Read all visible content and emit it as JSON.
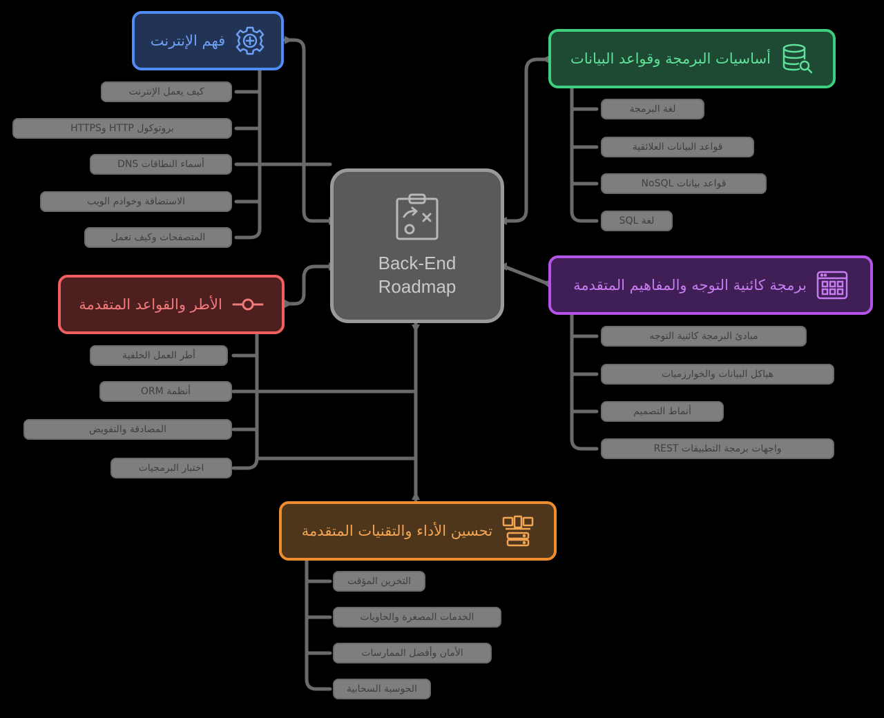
{
  "center": {
    "title_line1": "Back-End",
    "title_line2": "Roadmap",
    "icon": "strategy-clipboard-icon"
  },
  "branches": {
    "internet": {
      "label": "فهم الإنترنت",
      "icon": "settings-gear-icon",
      "border": "#4f8cf5",
      "fill": "#213456",
      "text": "#6fa0f5",
      "leaves": [
        "كيف يعمل الإنترنت",
        "بروتوكول HTTP وHTTPS",
        "أسماء النطاقات DNS",
        "الاستضافة وخوادم الويب",
        "المتصفحات وكيف تعمل"
      ]
    },
    "programming": {
      "label": "أساسيات البرمجة وقواعد البيانات",
      "icon": "database-search-icon",
      "border": "#3ecf7e",
      "fill": "#1e4a34",
      "text": "#5fe19a",
      "leaves": [
        "لغة البرمجة",
        "قواعد البيانات العلائقية",
        "قواعد بيانات NoSQL",
        "لغة SQL"
      ]
    },
    "oop": {
      "label": "برمجة كائنية التوجه والمفاهيم المتقدمة",
      "icon": "app-grid-icon",
      "border": "#b454e8",
      "fill": "#3f1f55",
      "text": "#c77cf2",
      "leaves": [
        "مبادئ البرمجة كائنية التوجه",
        "هياكل البيانات والخوارزميات",
        "أنماط التصميم",
        "واجهات برمجة التطبيقات REST"
      ]
    },
    "frameworks": {
      "label": "الأطر والقواعد المتقدمة",
      "icon": "commit-node-icon",
      "border": "#f06060",
      "fill": "#4e1f1f",
      "text": "#f27a7a",
      "leaves": [
        "أطر العمل الخلفية",
        "أنظمة ORM",
        "المصادقة والتفويض",
        "اختبار البرمجيات"
      ]
    },
    "performance": {
      "label": "تحسين الأداء والتقنيات المتقدمة",
      "icon": "server-devices-icon",
      "border": "#f08c30",
      "fill": "#4e361c",
      "text": "#f4a552",
      "leaves": [
        "التخزين المؤقت",
        "الخدمات المصغرة والحاويات",
        "الأمان وأفضل الممارسات",
        "الحوسبة السحابية"
      ]
    }
  }
}
